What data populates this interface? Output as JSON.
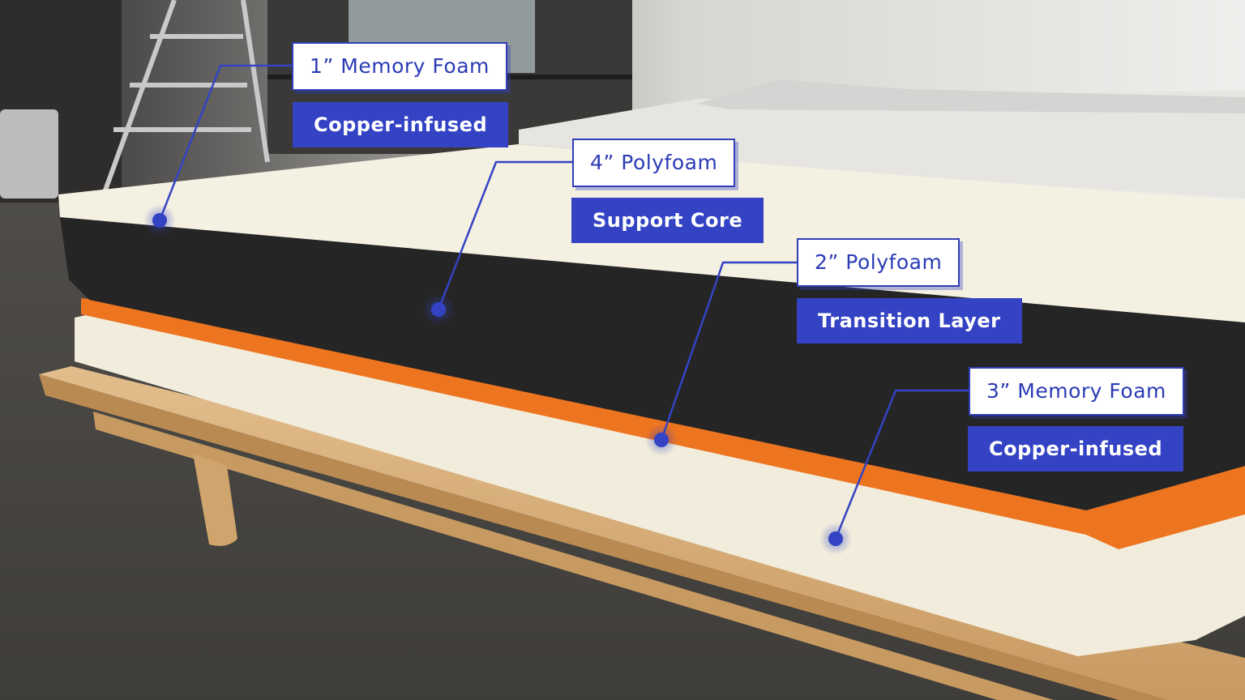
{
  "colors": {
    "accent": "#3343c4",
    "accent_line": "#2f3fb8",
    "orange_layer": "#ee7520",
    "dark_layer": "#252525",
    "foam": "#f1ecdc",
    "wood": "#d8b180"
  },
  "callouts": [
    {
      "layer": "1” Memory Foam",
      "desc": "Copper-infused"
    },
    {
      "layer": "4” Polyfoam",
      "desc": "Support Core"
    },
    {
      "layer": "2” Polyfoam",
      "desc": "Transition Layer"
    },
    {
      "layer": "3” Memory Foam",
      "desc": "Copper-infused"
    }
  ]
}
